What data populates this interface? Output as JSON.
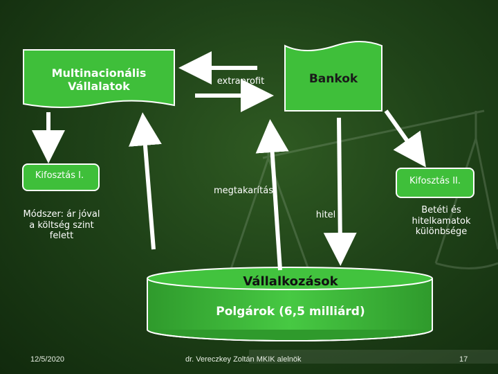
{
  "nodes": {
    "multinational": "Multinacionális\nVállalatok",
    "banks": "Bankok",
    "kifosztas1": "Kifosztás I.",
    "kifosztas2": "Kifosztás II.",
    "method": "Módszer: ár jóval\na költség szint\nfelett",
    "interest": "Betéti és\nhitelkamatok\nkülönbsége",
    "enterprises": "Vállalkozások",
    "citizens": "Polgárok (6,5 milliárd)"
  },
  "edges": {
    "extraprofit": "extraprofit",
    "savings": "megtakarítás",
    "credit": "hitel"
  },
  "footer": {
    "date": "12/5/2020",
    "author": "dr. Vereczkey Zoltán MKIK alelnök",
    "page": "17"
  },
  "colors": {
    "green": "#3fbf3a",
    "background": "#1f4218",
    "arrow": "#ffffff"
  }
}
